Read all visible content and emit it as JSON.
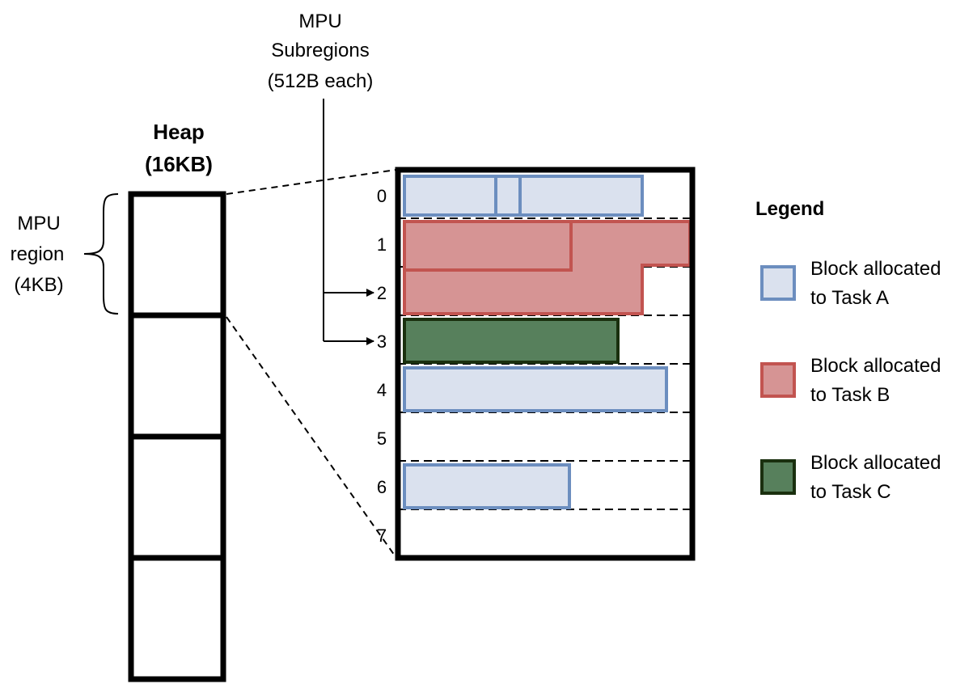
{
  "heap": {
    "title_line1": "Heap",
    "title_line2": "(16KB)",
    "region_count": 4
  },
  "mpu_region": {
    "line1": "MPU",
    "line2": "region",
    "line3": "(4KB)"
  },
  "subregions": {
    "title_line1": "MPU",
    "title_line2": "Subregions",
    "title_line3": "(512B each)",
    "indices": [
      "0",
      "1",
      "2",
      "3",
      "4",
      "5",
      "6",
      "7"
    ],
    "arrow_targets": [
      "2",
      "3"
    ]
  },
  "legend": {
    "title": "Legend",
    "items": [
      {
        "line1": "Block allocated",
        "line2": "to Task A",
        "fill": "#dae1ee",
        "stroke": "#6c8ebf",
        "task": "A"
      },
      {
        "line1": "Block allocated",
        "line2": "to Task B",
        "fill": "#d69494",
        "stroke": "#c25450",
        "task": "B"
      },
      {
        "line1": "Block allocated",
        "line2": "to Task C",
        "fill": "#57805c",
        "stroke": "#1a300f",
        "task": "C"
      }
    ]
  },
  "colors": {
    "outline": "#000000",
    "task_a_fill": "#dae1ee",
    "task_a_stroke": "#6c8ebf",
    "task_b_fill": "#d69494",
    "task_b_stroke": "#c25450",
    "task_c_fill": "#57805c",
    "task_c_stroke": "#1a300f"
  }
}
